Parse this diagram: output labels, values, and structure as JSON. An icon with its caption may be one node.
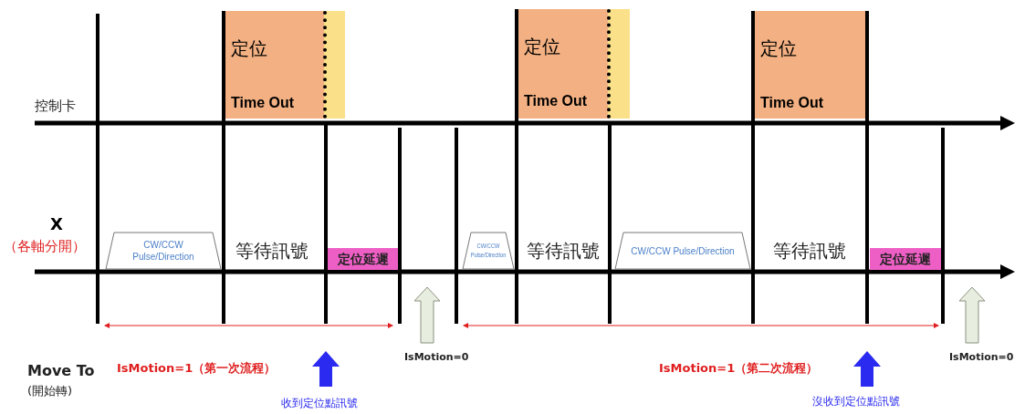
{
  "diagram": {
    "nodes": [
      {
        "text": [
          "定位",
          "Time Out"
        ]
      },
      {
        "text": [
          "CW/CCW Pulse/Direction"
        ]
      },
      {
        "text": [
          "定位延遲"
        ]
      },
      {
        "text": [
          "CW/CCW Pulse/Direction"
        ]
      },
      {
        "text": [
          "定位",
          "Time Out"
        ]
      },
      {
        "text": [
          "CW/CCW Pulse/Direction"
        ]
      },
      {
        "text": [
          "定位",
          "Time Out"
        ]
      },
      {
        "text": [
          "定位延遲"
        ]
      }
    ],
    "edges": [],
    "labels": [
      "控制卡",
      "X",
      "（各軸分開）",
      "等待訊號",
      "等待訊號",
      "等待訊號",
      "Move To",
      "(開始轉)",
      "IsMotion=1（第一次流程）",
      "IsMotion=0",
      "收到定位點訊號",
      "IsMotion=1（第二次流程）",
      "沒收到定位點訊號",
      "IsMotion=0"
    ]
  }
}
